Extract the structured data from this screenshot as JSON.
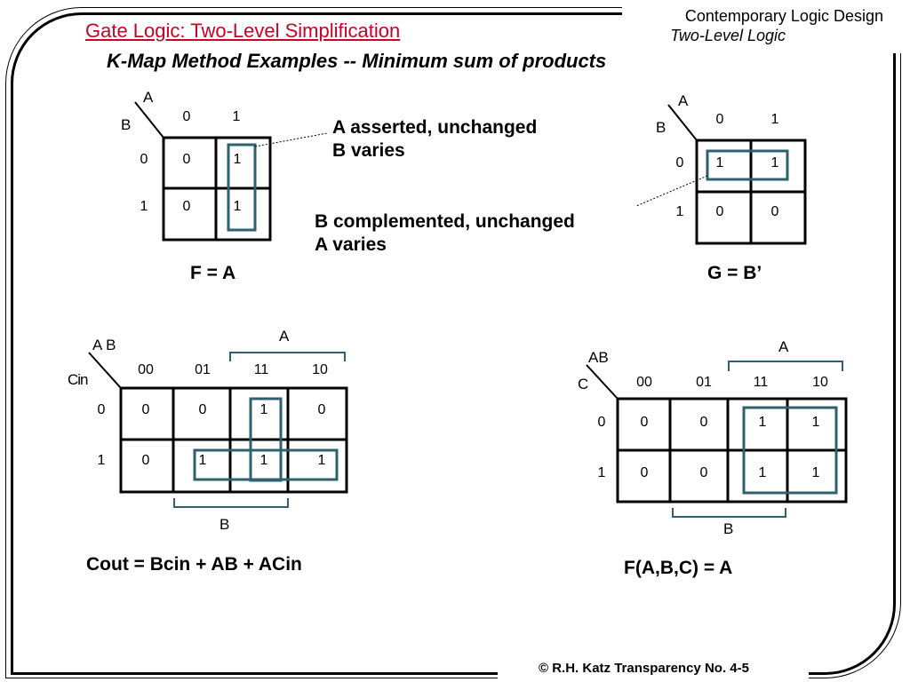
{
  "header": {
    "title": "Gate Logic:  Two-Level Simplification",
    "subtitle": "K-Map Method Examples -- Minimum sum of products",
    "course": "Contemporary Logic Design",
    "topic": "Two-Level Logic"
  },
  "footer": {
    "text": "© R.H. Katz   Transparency No. 4-5"
  },
  "colors": {
    "title": "#cc0022",
    "group": "#2d6171"
  },
  "map1": {
    "var_a": "A",
    "var_b": "B",
    "col_labels": [
      "0",
      "1"
    ],
    "row_labels": [
      "0",
      "1"
    ],
    "cells": [
      [
        "0",
        "1"
      ],
      [
        "0",
        "1"
      ]
    ],
    "equation": "F = A",
    "note_1": "A asserted, unchanged",
    "note_2": "B varies"
  },
  "map2": {
    "var_a": "A",
    "var_b": "B",
    "col_labels": [
      "0",
      "1"
    ],
    "row_labels": [
      "0",
      "1"
    ],
    "cells": [
      [
        "1",
        "1"
      ],
      [
        "0",
        "0"
      ]
    ],
    "equation": "G = B’",
    "note_1": "B complemented, unchanged",
    "note_2": "A varies"
  },
  "map3": {
    "var_ab": "A B",
    "var_c": "Cin",
    "col_labels": [
      "00",
      "01",
      "11",
      "10"
    ],
    "row_labels": [
      "0",
      "1"
    ],
    "cells": [
      [
        "0",
        "0",
        "1",
        "0"
      ],
      [
        "0",
        "1",
        "1",
        "1"
      ]
    ],
    "bracket_a": "A",
    "bracket_b": "B",
    "equation": "Cout = Bcin + AB + ACin"
  },
  "map4": {
    "var_ab": "AB",
    "var_c": "C",
    "col_labels": [
      "00",
      "01",
      "11",
      "10"
    ],
    "row_labels": [
      "0",
      "1"
    ],
    "cells": [
      [
        "0",
        "0",
        "1",
        "1"
      ],
      [
        "0",
        "0",
        "1",
        "1"
      ]
    ],
    "bracket_a": "A",
    "bracket_b": "B",
    "equation": "F(A,B,C) = A"
  }
}
